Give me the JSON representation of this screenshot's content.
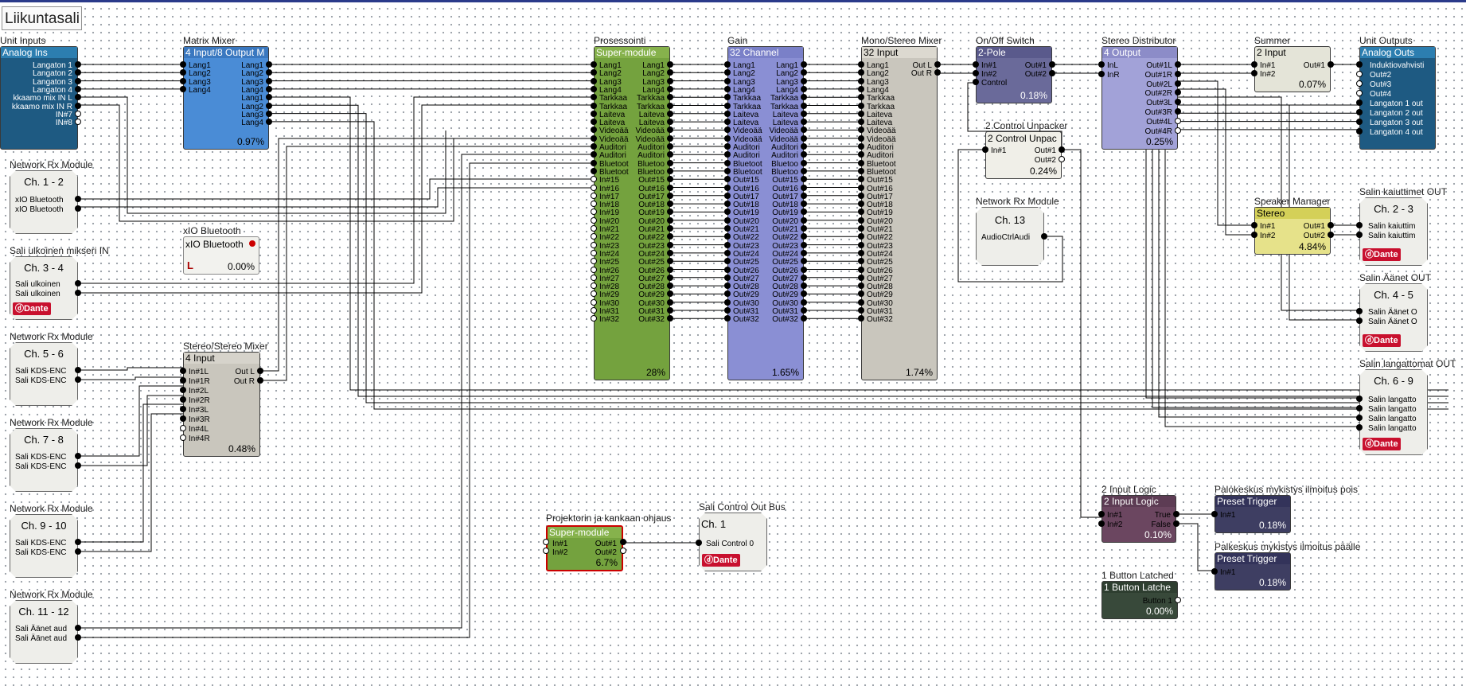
{
  "title": "Liikuntasali",
  "labels": {
    "unit_inputs": "Unit Inputs",
    "matrix_mixer": "Matrix Mixer",
    "net_rx_1": "Network Rx Module",
    "xio_bt_label": "xIO Bluetooth",
    "sali_ulk_in": "Sali ulkoinen mikseri IN",
    "net_rx_2": "Network Rx Module",
    "stereo_mixer": "Stereo/Stereo Mixer",
    "net_rx_3": "Network Rx Module",
    "net_rx_4": "Network Rx Module",
    "net_rx_5": "Network Rx Module",
    "prosessointi": "Prosessointi",
    "gain": "Gain",
    "mono_stereo": "Mono/Stereo Mixer",
    "onoff": "On/Off Switch",
    "control_unpacker": "2 Control Unpacker",
    "net_rx_13": "Network Rx Module",
    "stereo_dist": "Stereo Distributor",
    "summer": "Summer",
    "unit_outputs": "Unit Outputs",
    "speaker_manager": "Speaker Manager",
    "salin_kaiuttimet_out": "Salin kaiuttimet OUT",
    "salin_aanet_out": "Salin Äänet OUT",
    "salin_langattomat_out": "Salin langattomat OUT",
    "projektori": "Projektorin ja kankaan ohjaus",
    "control_out_bus": "Sali Control Out Bus",
    "input_logic": "2 Input Logic",
    "palokeskus_pois": "Palokeskus mykistys ilmoitus pois",
    "palkeskus_paalle": "Palkeskus mykistys ilmoitus päälle",
    "button_latched": "1 Button Latched"
  },
  "blocks": {
    "analog_ins": {
      "head": "Analog Ins",
      "rows": [
        "Langaton 1",
        "Langaton 2",
        "Langaton 3",
        "Langaton 4",
        "kkaamo mix IN L",
        "kkaamo mix IN R",
        "IN#7",
        "IN#8"
      ]
    },
    "matrix": {
      "head": "4 Input/8 Output M",
      "left": [
        "Lang1",
        "Lang2",
        "Lang3",
        "Lang4"
      ],
      "right": [
        "Lang1",
        "Lang2",
        "Lang3",
        "Lang4",
        "Lang1",
        "Lang2",
        "Lang3",
        "Lang4"
      ],
      "pct": "0.97%"
    },
    "rx12": {
      "head": "Ch. 1 - 2",
      "rows": [
        "xIO Bluetooth",
        "xIO Bluetooth"
      ]
    },
    "xio": {
      "head": "xIO Bluetooth",
      "logo": "L",
      "pct": "0.00%"
    },
    "rx34": {
      "head": "Ch. 3 - 4",
      "rows": [
        "Sali ulkoinen",
        "Sali ulkoinen"
      ],
      "dante": "Dante"
    },
    "rx56": {
      "head": "Ch. 5 - 6",
      "rows": [
        "Sali KDS-ENC",
        "Sali KDS-ENC"
      ]
    },
    "rx78": {
      "head": "Ch. 7 - 8",
      "rows": [
        "Sali KDS-ENC",
        "Sali KDS-ENC"
      ]
    },
    "rx910": {
      "head": "Ch. 9 - 10",
      "rows": [
        "Sali KDS-ENC",
        "Sali KDS-ENC"
      ]
    },
    "rx1112": {
      "head": "Ch. 11 - 12",
      "rows": [
        "Sali Äänet aud",
        "Sali Äänet aud"
      ]
    },
    "smix": {
      "head": "4 Input",
      "left": [
        "In#1L",
        "In#1R",
        "In#2L",
        "In#2R",
        "In#3L",
        "In#3R",
        "In#4L",
        "In#4R"
      ],
      "right": [
        "Out L",
        "Out R"
      ],
      "pct": "0.48%"
    },
    "super": {
      "head": "Super-module",
      "left": [
        "Lang1",
        "Lang2",
        "Lang3",
        "Lang4",
        "Tarkkaa",
        "Tarkkaa",
        "Laiteva",
        "Laiteva",
        "Videoää",
        "Videoää",
        "Auditori",
        "Auditori",
        "Bluetoot",
        "Bluetoot",
        "In#15",
        "In#16",
        "In#17",
        "In#18",
        "In#19",
        "In#20",
        "In#21",
        "In#22",
        "In#23",
        "In#24",
        "In#25",
        "In#26",
        "In#27",
        "In#28",
        "In#29",
        "In#30",
        "In#31",
        "In#32"
      ],
      "right": [
        "Lang1",
        "Lang2",
        "Lang3",
        "Lang4",
        "Tarkkaa",
        "Tarkkaa",
        "Laiteva",
        "Laiteva",
        "Videoää",
        "Videoää",
        "Auditori",
        "Auditori",
        "Bluetoo",
        "Bluetoo",
        "Out#15",
        "Out#16",
        "Out#17",
        "Out#18",
        "Out#19",
        "Out#20",
        "Out#21",
        "Out#22",
        "Out#23",
        "Out#24",
        "Out#25",
        "Out#26",
        "Out#27",
        "Out#28",
        "Out#29",
        "Out#30",
        "Out#31",
        "Out#32"
      ],
      "pct": "28%"
    },
    "gain": {
      "head": "32 Channel",
      "left": [
        "Lang1",
        "Lang2",
        "Lang3",
        "Lang4",
        "Tarkkaa",
        "Tarkkaa",
        "Laiteva",
        "Laiteva",
        "Videoää",
        "Videoää",
        "Auditori",
        "Auditori",
        "Bluetoot",
        "Bluetoot",
        "Out#15",
        "Out#16",
        "Out#17",
        "Out#18",
        "Out#19",
        "Out#20",
        "Out#21",
        "Out#22",
        "Out#23",
        "Out#24",
        "Out#25",
        "Out#26",
        "Out#27",
        "Out#28",
        "Out#29",
        "Out#30",
        "Out#31",
        "Out#32"
      ],
      "right": [
        "Lang1",
        "Lang2",
        "Lang3",
        "Lang4",
        "Tarkkaa",
        "Tarkkaa",
        "Laiteva",
        "Laiteva",
        "Videoää",
        "Videoää",
        "Auditori",
        "Auditori",
        "Bluetoo",
        "Bluetoo",
        "Out#15",
        "Out#16",
        "Out#17",
        "Out#18",
        "Out#19",
        "Out#20",
        "Out#21",
        "Out#22",
        "Out#23",
        "Out#24",
        "Out#25",
        "Out#26",
        "Out#27",
        "Out#28",
        "Out#29",
        "Out#30",
        "Out#31",
        "Out#32"
      ],
      "pct": "1.65%"
    },
    "mono": {
      "head": "32 Input",
      "left": [
        "Lang1",
        "Lang2",
        "Lang3",
        "Lang4",
        "Tarkkaa",
        "Tarkkaa",
        "Laiteva",
        "Laiteva",
        "Videoää",
        "Videoää",
        "Auditori",
        "Auditori",
        "Bluetoot",
        "Bluetoot",
        "Out#15",
        "Out#16",
        "Out#17",
        "Out#18",
        "Out#19",
        "Out#20",
        "Out#21",
        "Out#22",
        "Out#23",
        "Out#24",
        "Out#25",
        "Out#26",
        "Out#27",
        "Out#28",
        "Out#29",
        "Out#30",
        "Out#31",
        "Out#32"
      ],
      "right": [
        "Out L",
        "Out R"
      ],
      "pct": "1.74%"
    },
    "onoff": {
      "head": "2-Pole",
      "left": [
        "In#1",
        "In#2",
        "Control"
      ],
      "right": [
        "Out#1",
        "Out#2"
      ],
      "pct": "0.18%"
    },
    "unpack": {
      "head": "2 Control Unpac",
      "left": [
        "In#1"
      ],
      "right": [
        "Out#1",
        "Out#2"
      ],
      "pct": "0.24%"
    },
    "rx13": {
      "head": "Ch. 13",
      "rows": [
        "AudioCtrlAudi"
      ]
    },
    "sdist": {
      "head": "4 Output",
      "left": [
        "InL",
        "InR"
      ],
      "right": [
        "Out#1L",
        "Out#1R",
        "Out#2L",
        "Out#2R",
        "Out#3L",
        "Out#3R",
        "Out#4L",
        "Out#4R"
      ],
      "pct": "0.25%"
    },
    "summer": {
      "head": "2 Input",
      "left": [
        "In#1",
        "In#2"
      ],
      "right": [
        "Out#1"
      ],
      "pct": "0.07%"
    },
    "aouts": {
      "head": "Analog Outs",
      "rows": [
        "Induktiovahvisti",
        "Out#2",
        "Out#3",
        "Out#4",
        "Langaton 1 out",
        "Langaton 2 out",
        "Langaton 3 out",
        "Langaton 4 out"
      ]
    },
    "spk": {
      "head": "Stereo",
      "left": [
        "In#1",
        "In#2"
      ],
      "right": [
        "Out#1",
        "Out#2"
      ],
      "pct": "4.84%"
    },
    "tx23": {
      "head": "Ch. 2 - 3",
      "rows": [
        "Salin kaiuttim",
        "Salin kaiuttim"
      ],
      "dante": "Dante"
    },
    "tx45": {
      "head": "Ch. 4 - 5",
      "rows": [
        "Salin Äänet O",
        "Salin Äänet O"
      ],
      "dante": "Dante"
    },
    "tx69": {
      "head": "Ch. 6 - 9",
      "rows": [
        "Salin langatto",
        "Salin langatto",
        "Salin langatto",
        "Salin langatto"
      ],
      "dante": "Dante"
    },
    "proj": {
      "head": "Super-module",
      "left": [
        "In#1",
        "In#2"
      ],
      "right": [
        "Out#1",
        "Out#2"
      ],
      "pct": "6.7%"
    },
    "cbus": {
      "head": "Ch. 1",
      "rows": [
        "Sali Control 0"
      ],
      "dante": "Dante"
    },
    "logic": {
      "head": "2 Input Logic",
      "left": [
        "In#1",
        "In#2"
      ],
      "right": [
        "True",
        "False"
      ],
      "pct": "0.10%"
    },
    "trig1": {
      "head": "Preset Trigger",
      "left": [
        "In#1"
      ],
      "pct": "0.18%"
    },
    "trig2": {
      "head": "Preset Trigger",
      "left": [
        "In#1"
      ],
      "pct": "0.18%"
    },
    "button": {
      "head": "1 Button Latche",
      "right": [
        "Button 1"
      ],
      "pct": "0.00%"
    }
  },
  "colors": {
    "analog": "#1e5a82",
    "matrix": "#4a8cd6",
    "super": "#74a23e",
    "gain": "#8a8fd4",
    "mono": "#c9c6bd",
    "onoff": "#6a6a9a",
    "sdist": "#a2a2d8",
    "summer": "#e4e4d8",
    "speaker": "#e6e28a",
    "rx": "#eeeeea",
    "logic": "#6b4660",
    "trigger": "#3e3e62",
    "button": "#38493a",
    "dante": "#c8102e"
  }
}
